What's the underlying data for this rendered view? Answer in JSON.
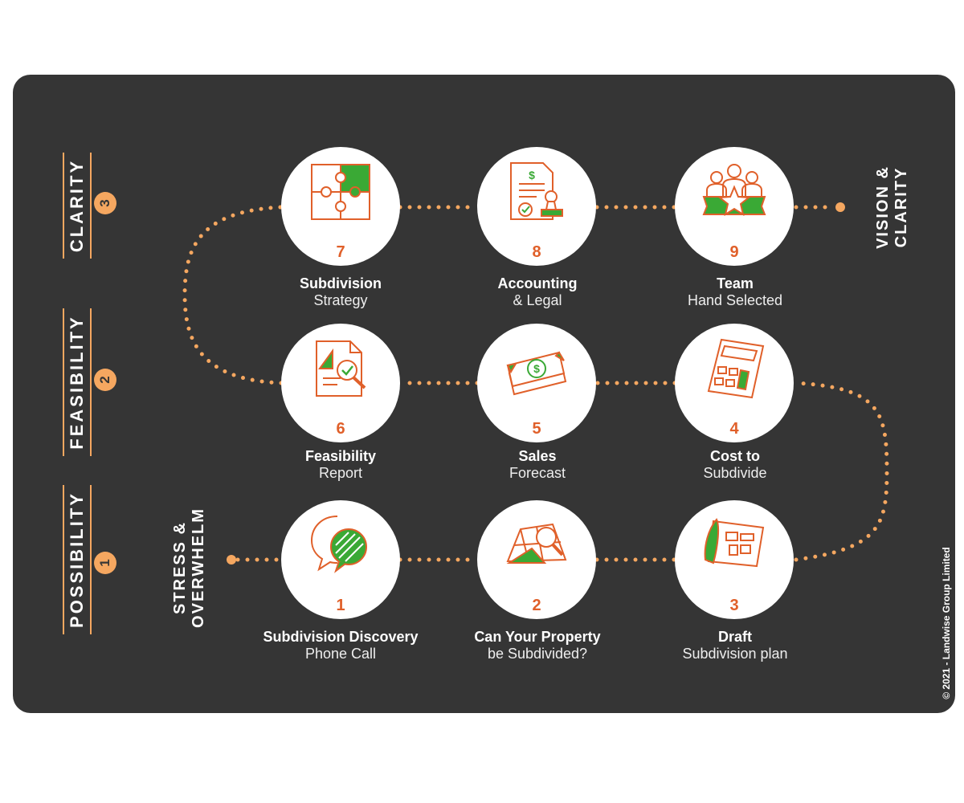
{
  "stages": [
    {
      "number": "1",
      "label": "POSSIBILITY"
    },
    {
      "number": "2",
      "label": "FEASIBILITY"
    },
    {
      "number": "3",
      "label": "CLARITY"
    }
  ],
  "start_label": {
    "line1": "STRESS &",
    "line2": "OVERWHELM"
  },
  "end_label": {
    "line1": "VISION &",
    "line2": "CLARITY"
  },
  "steps": [
    {
      "number": "1",
      "title": "Subdivision Discovery",
      "subtitle": "Phone Call",
      "icon": "speech-bubbles-icon"
    },
    {
      "number": "2",
      "title": "Can Your Property",
      "subtitle": "be Subdivided?",
      "icon": "map-magnifier-icon"
    },
    {
      "number": "3",
      "title": "Draft",
      "subtitle": "Subdivision plan",
      "icon": "blueprint-scroll-icon"
    },
    {
      "number": "4",
      "title": "Cost to",
      "subtitle": "Subdivide",
      "icon": "calculator-icon"
    },
    {
      "number": "5",
      "title": "Sales",
      "subtitle": "Forecast",
      "icon": "banknotes-icon"
    },
    {
      "number": "6",
      "title": "Feasibility",
      "subtitle": "Report",
      "icon": "report-magnifier-icon"
    },
    {
      "number": "7",
      "title": "Subdivision",
      "subtitle": "Strategy",
      "icon": "puzzle-icon"
    },
    {
      "number": "8",
      "title": "Accounting",
      "subtitle": "& Legal",
      "icon": "contract-stamp-icon"
    },
    {
      "number": "9",
      "title": "Team",
      "subtitle": "Hand Selected",
      "icon": "team-star-icon"
    }
  ],
  "copyright": "© 2021 - Landwise Group Limited",
  "colors": {
    "background": "#353535",
    "accent_orange": "#e0602a",
    "dot_orange": "#f5a760",
    "accent_green": "#3aa935",
    "circle": "#ffffff"
  }
}
